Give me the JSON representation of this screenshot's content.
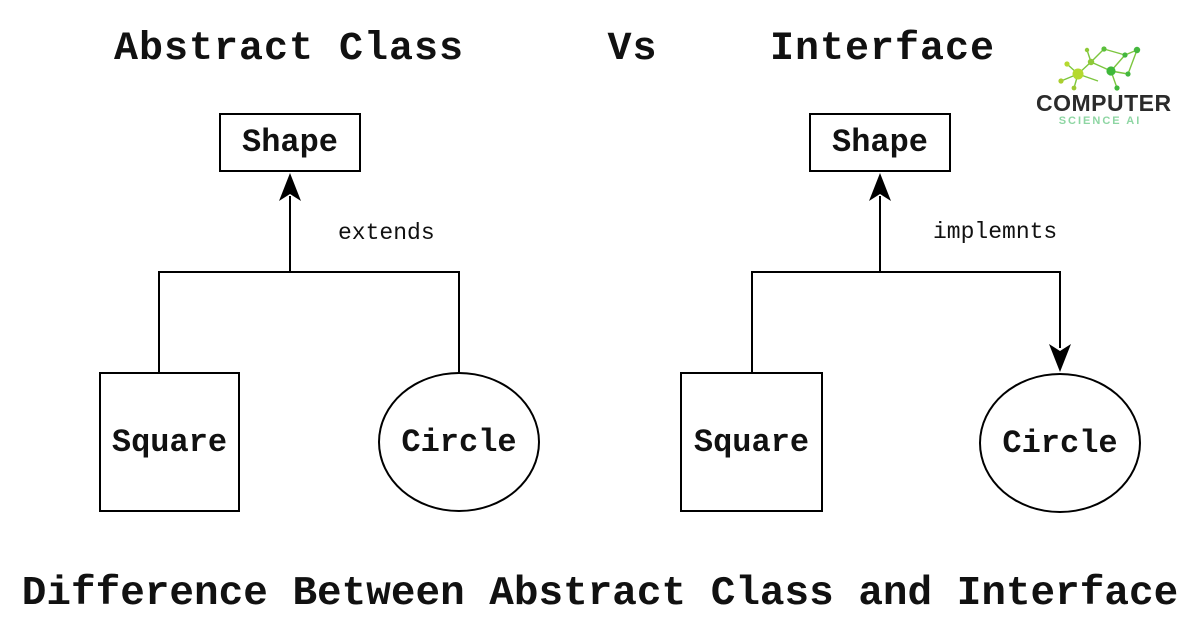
{
  "header": {
    "left_title": "Abstract Class",
    "separator": "Vs",
    "right_title": "Interface"
  },
  "logo": {
    "title": "COMPUTER",
    "subtitle": "SCIENCE AI"
  },
  "left_diagram": {
    "parent": "Shape",
    "relation": "extends",
    "child_square": "Square",
    "child_circle": "Circle"
  },
  "right_diagram": {
    "parent": "Shape",
    "relation": "implemnts",
    "child_square": "Square",
    "child_circle": "Circle"
  },
  "footer": {
    "caption": "Difference Between Abstract Class and Interface"
  },
  "colors": {
    "line": "#000000",
    "text": "#111111",
    "logo_title": "#2b2b2b",
    "logo_subtitle": "#8ed6a3",
    "logo_green_light": "#b5d92f",
    "logo_green_mid": "#8ec937",
    "logo_green_dark": "#3fb83a"
  }
}
